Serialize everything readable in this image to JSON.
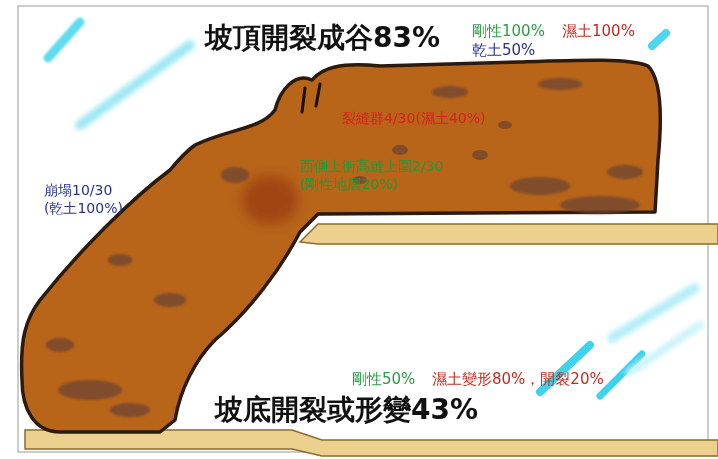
{
  "diagram": {
    "labels": [
      "坡頂開裂成谷83%",
      "剛性100%",
      "濕土100%",
      "乾土50%",
      "裂縫群4/30(濕土40%)",
      "西側上衝高縫上圍2/30 (剛性地層20%)",
      "崩塌10/30 (乾土100%)",
      "剛性50%",
      "濕土變形80%，開裂20%",
      "坡底開裂或形變43%"
    ]
  }
}
